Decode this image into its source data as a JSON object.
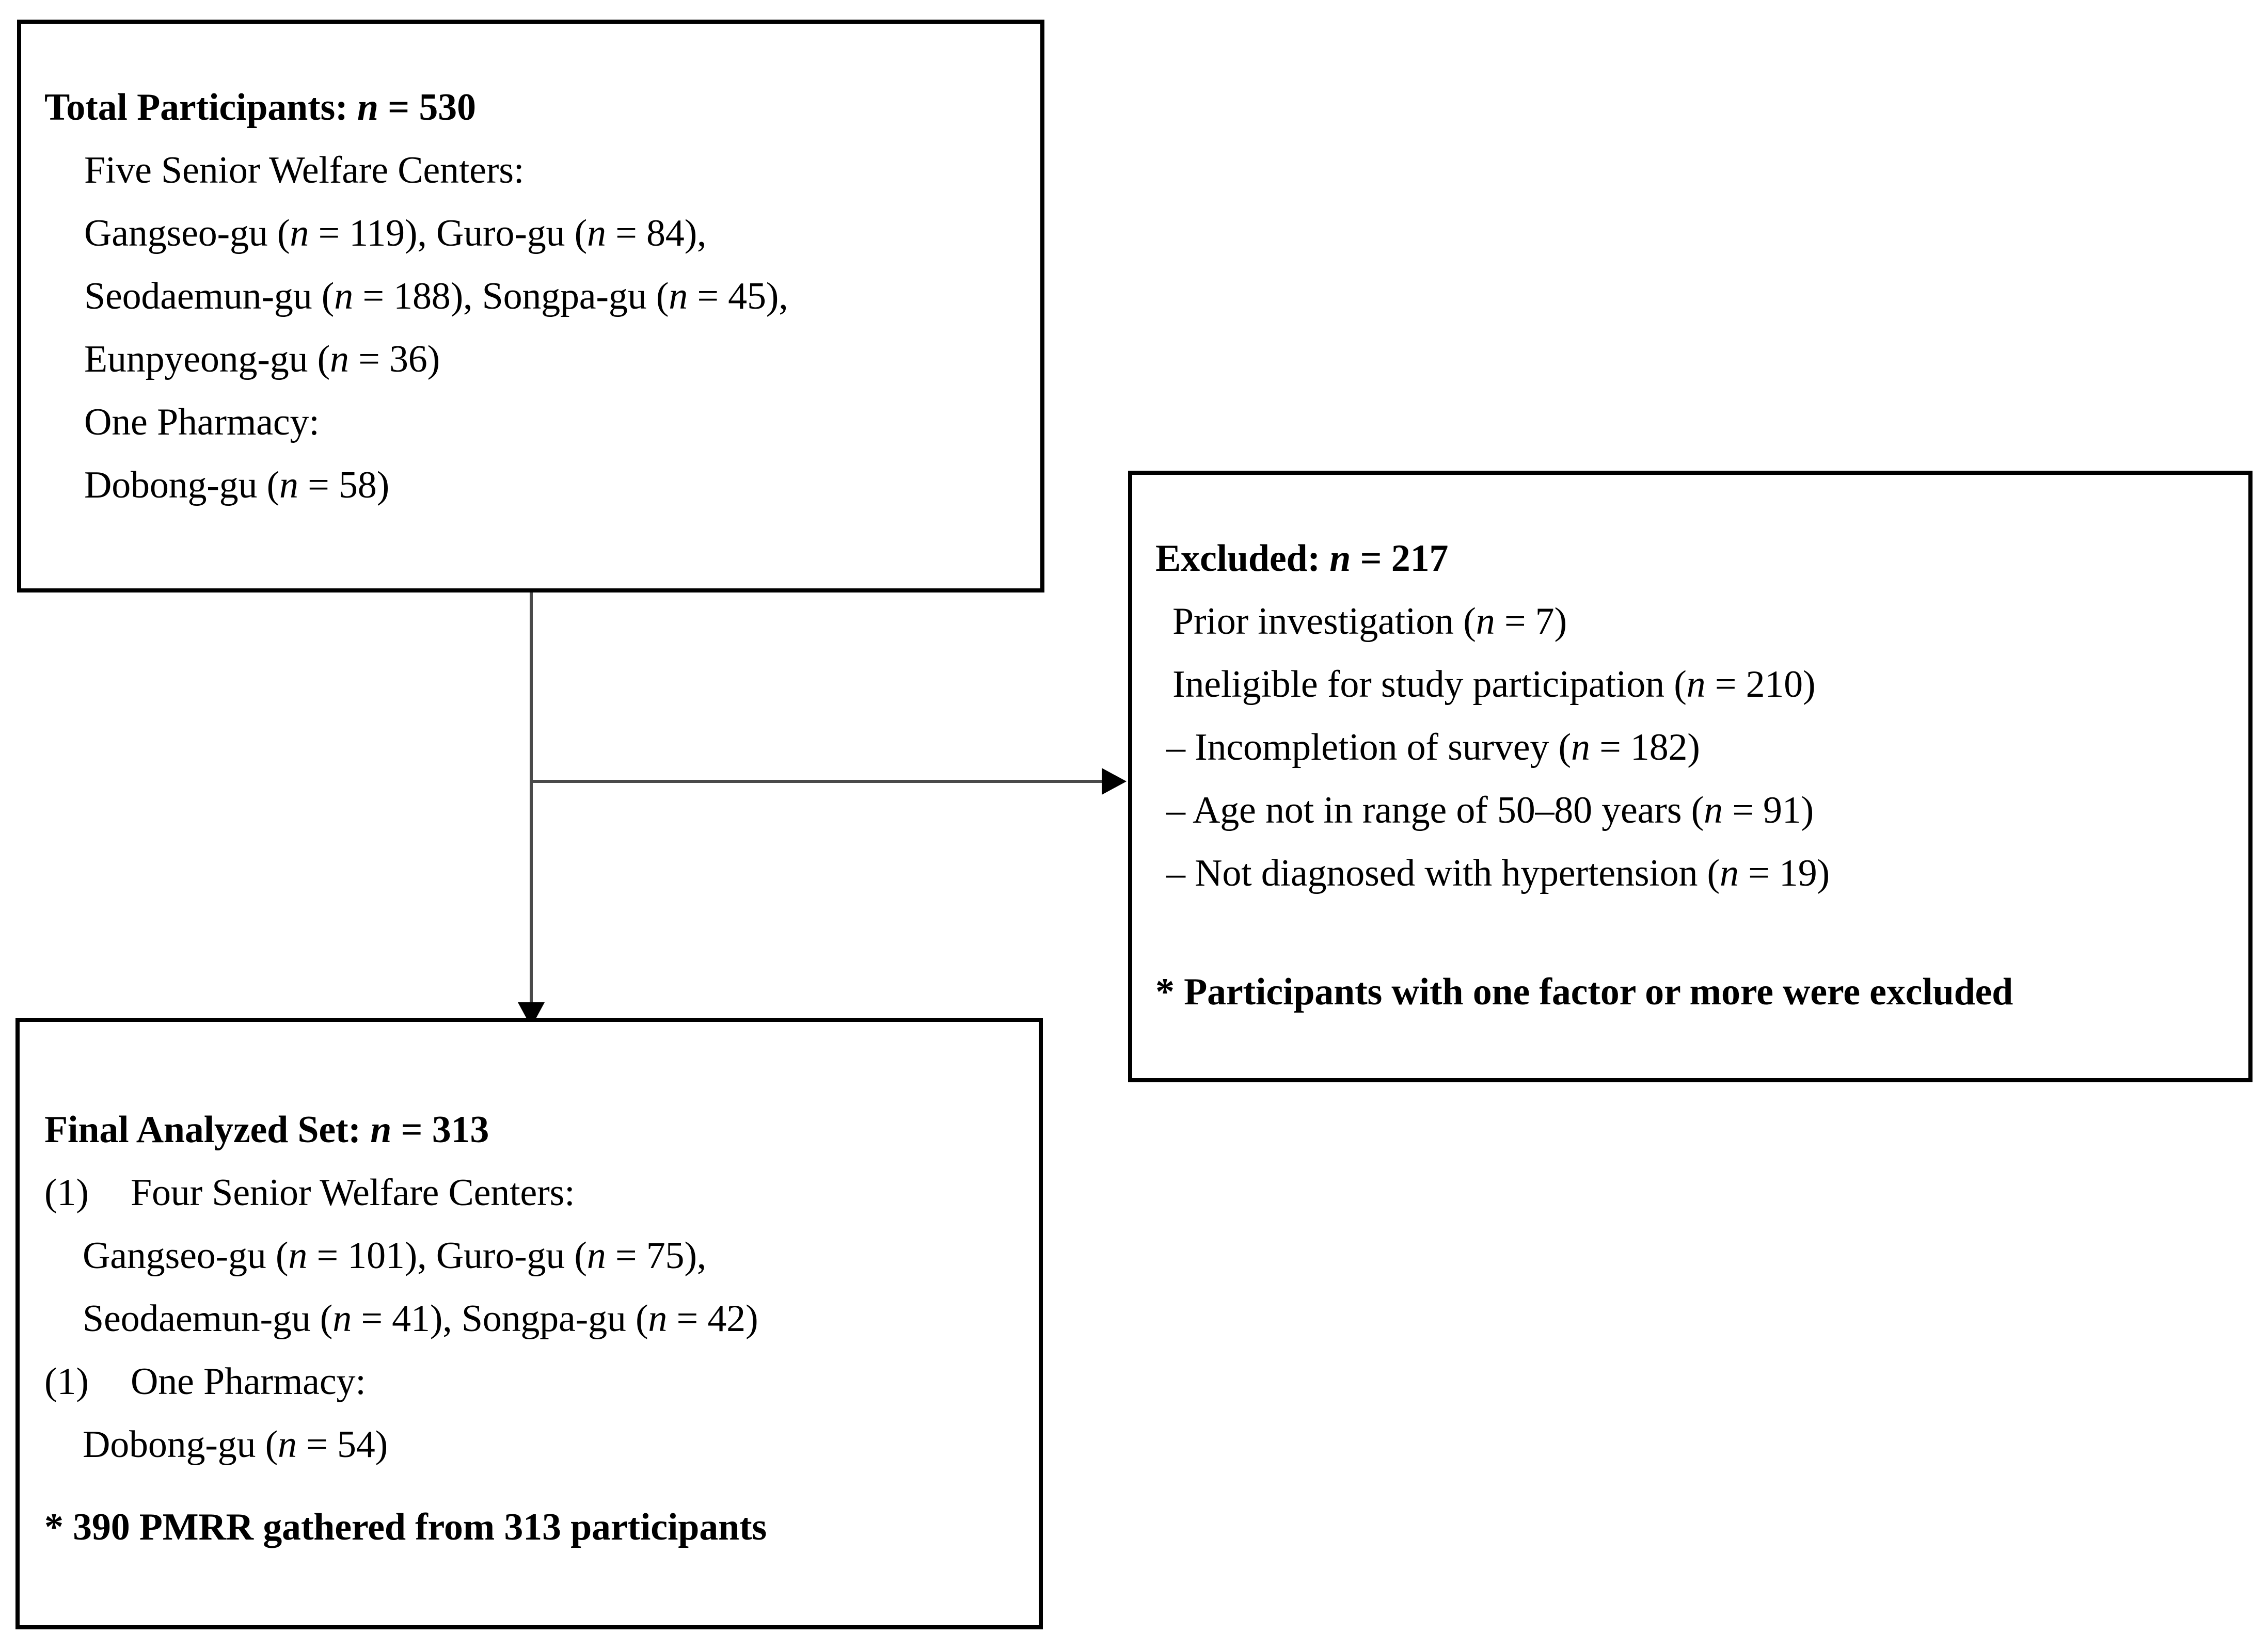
{
  "diagram": {
    "title": "Participant flow diagram",
    "colors": {
      "box_border": "#000000",
      "connector": "#4a4a4a",
      "arrowhead": "#000000",
      "background": "#ffffff",
      "text": "#000000"
    }
  },
  "box_total": {
    "heading_label": "Total Participants:",
    "heading_n_symbol": "n",
    "heading_value": "= 530",
    "lines": [
      {
        "text": "Five Senior Welfare Centers:"
      },
      {
        "text": "Gangseo-gu (n = 119), Guro-gu (n = 84),"
      },
      {
        "text": "Seodaemun-gu (n = 188), Songpa-gu (n = 45),"
      },
      {
        "text": "Eunpyeong-gu (n = 36)"
      },
      {
        "text": "One Pharmacy:"
      },
      {
        "text": "Dobong-gu (n = 58)"
      }
    ]
  },
  "box_excluded": {
    "heading_label": "Excluded:",
    "heading_n_symbol": "n",
    "heading_value": "= 217",
    "lines": [
      {
        "text": "Prior investigation (n = 7)"
      },
      {
        "text": "Ineligible for study participation (n = 210)"
      },
      {
        "text": "– Incompletion of survey (n = 182)"
      },
      {
        "text": "– Age not in range of 50–80 years (n = 91)"
      },
      {
        "text": "– Not diagnosed with hypertension (n = 19)"
      }
    ],
    "footnote": "* Participants with one factor or more were excluded"
  },
  "box_final": {
    "heading_label": "Final Analyzed Set:",
    "heading_n_symbol": "n",
    "heading_value": "= 313",
    "item1_marker": "(1)",
    "item1_text": "Four Senior Welfare Centers:",
    "item1_lines": [
      {
        "text": "Gangseo-gu (n = 101), Guro-gu (n = 75),"
      },
      {
        "text": "Seodaemun-gu (n = 41), Songpa-gu (n = 42)"
      }
    ],
    "item2_marker": "(1)",
    "item2_text": "One Pharmacy:",
    "item2_lines": [
      {
        "text": "Dobong-gu (n = 54)"
      }
    ],
    "footnote": "* 390 PMRR gathered from 313 participants"
  },
  "connectors": {
    "vertical_label": "flow-from-total-to-final",
    "horizontal_label": "flow-from-total-to-excluded"
  }
}
